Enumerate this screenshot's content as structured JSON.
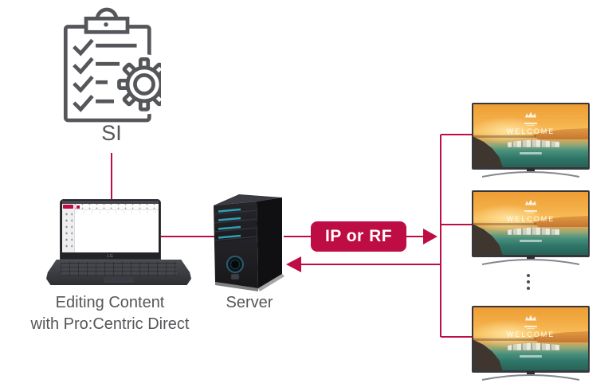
{
  "palette": {
    "accent": "#be0d45",
    "text": "#55565a",
    "stroke": "#54565a",
    "teal": "#2e9fb4"
  },
  "nodes": {
    "si": {
      "label": "SI",
      "icon": "clipboard-checklist-gear-icon"
    },
    "editing": {
      "caption_line1": "Editing Content",
      "caption_line2": "with Pro:Centric Direct",
      "laptop_logo": "LG"
    },
    "server": {
      "label": "Server",
      "icon": "server-tower-icon"
    },
    "displays": {
      "screen_title": "WELCOME",
      "visible_count": 3,
      "more_indicator": "vertical-ellipsis"
    }
  },
  "links": {
    "transport_badge": "IP or RF",
    "downstream": "server-to-displays",
    "upstream": "displays-to-server"
  }
}
